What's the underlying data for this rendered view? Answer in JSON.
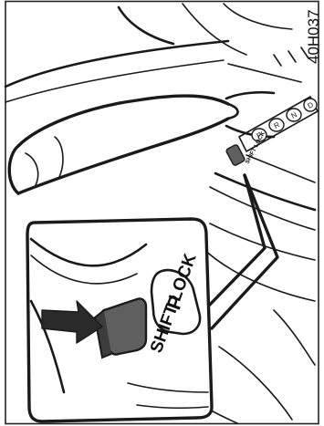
{
  "figure": {
    "figure_code": "40H037",
    "callout_label": "SHIFT LOCK",
    "small_label": "SHIFT LOCK",
    "gear_positions": [
      "P",
      "R",
      "N",
      "D"
    ],
    "colors": {
      "ink": "#1a1a1a",
      "button_fill": "#5f5f5f",
      "arrow_fill": "#2a2a2a",
      "frame": "#222222",
      "background": "#ffffff"
    }
  }
}
